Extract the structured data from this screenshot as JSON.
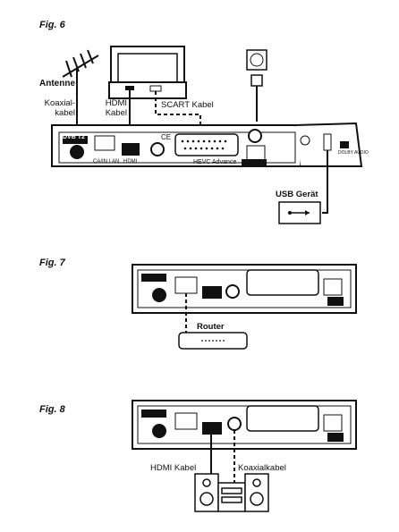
{
  "figures": [
    {
      "title": "Fig. 6",
      "labels": {
        "antenna": "Antenne",
        "coax_cable": [
          "Koaxial-",
          "kabel"
        ],
        "hdmi_cable": [
          "HDMI",
          "Kabel"
        ],
        "scart_cable": "SCART Kabel",
        "usb_device": "USB Gerät"
      }
    },
    {
      "title": "Fig. 7",
      "labels": {
        "router": "Router"
      }
    },
    {
      "title": "Fig. 8",
      "labels": {
        "hdmi_cable": "HDMI Kabel",
        "coax_cable": "Koaxialkabel"
      }
    }
  ],
  "device": {
    "brand_logo": "DVB T2",
    "codec_badge": "HEVC Advance",
    "ports_caption": "CA/IN  LAN",
    "hdmi_caption": "HDMI",
    "dolby_caption": "DOLBY AUDIO",
    "ce_mark": "CE"
  }
}
